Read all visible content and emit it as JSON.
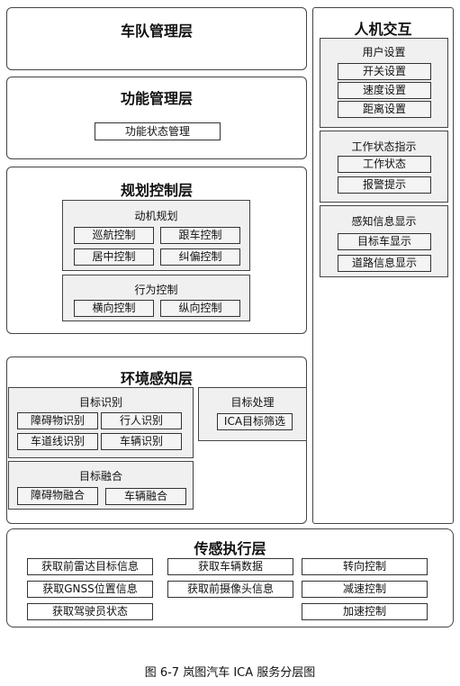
{
  "fleet_layer": {
    "title": "车队管理层"
  },
  "function_layer": {
    "title": "功能管理层",
    "items": [
      "功能状态管理"
    ]
  },
  "planning_layer": {
    "title": "规划控制层",
    "dynamic_planning": {
      "title": "动机规划",
      "items": [
        "巡航控制",
        "跟车控制",
        "居中控制",
        "纠偏控制"
      ]
    },
    "behavior_control": {
      "title": "行为控制",
      "items": [
        "横向控制",
        "纵向控制"
      ]
    }
  },
  "hmi_layer": {
    "title": "人机交互",
    "user_settings": {
      "title": "用户设置",
      "items": [
        "开关设置",
        "速度设置",
        "距离设置"
      ]
    },
    "work_status": {
      "title": "工作状态指示",
      "items": [
        "工作状态",
        "报警提示"
      ]
    },
    "perception_display": {
      "title": "感知信息显示",
      "items": [
        "目标车显示",
        "道路信息显示"
      ]
    }
  },
  "environment_layer": {
    "title": "环境感知层",
    "target_recognition": {
      "title": "目标识别",
      "items": [
        "障碍物识别",
        "行人识别",
        "车道线识别",
        "车辆识别"
      ]
    },
    "target_processing": {
      "title": "目标处理",
      "items": [
        "ICA目标筛选"
      ]
    },
    "target_fusion": {
      "title": "目标融合",
      "items": [
        "障碍物融合",
        "车辆融合"
      ]
    }
  },
  "sensing_layer": {
    "title": "传感执行层",
    "items": [
      "获取前雷达目标信息",
      "获取车辆数据",
      "转向控制",
      "获取GNSS位置信息",
      "获取前摄像头信息",
      "减速控制",
      "获取驾驶员状态",
      "加速控制"
    ]
  },
  "caption": "图 6-7 岚图汽车 ICA 服务分层图"
}
